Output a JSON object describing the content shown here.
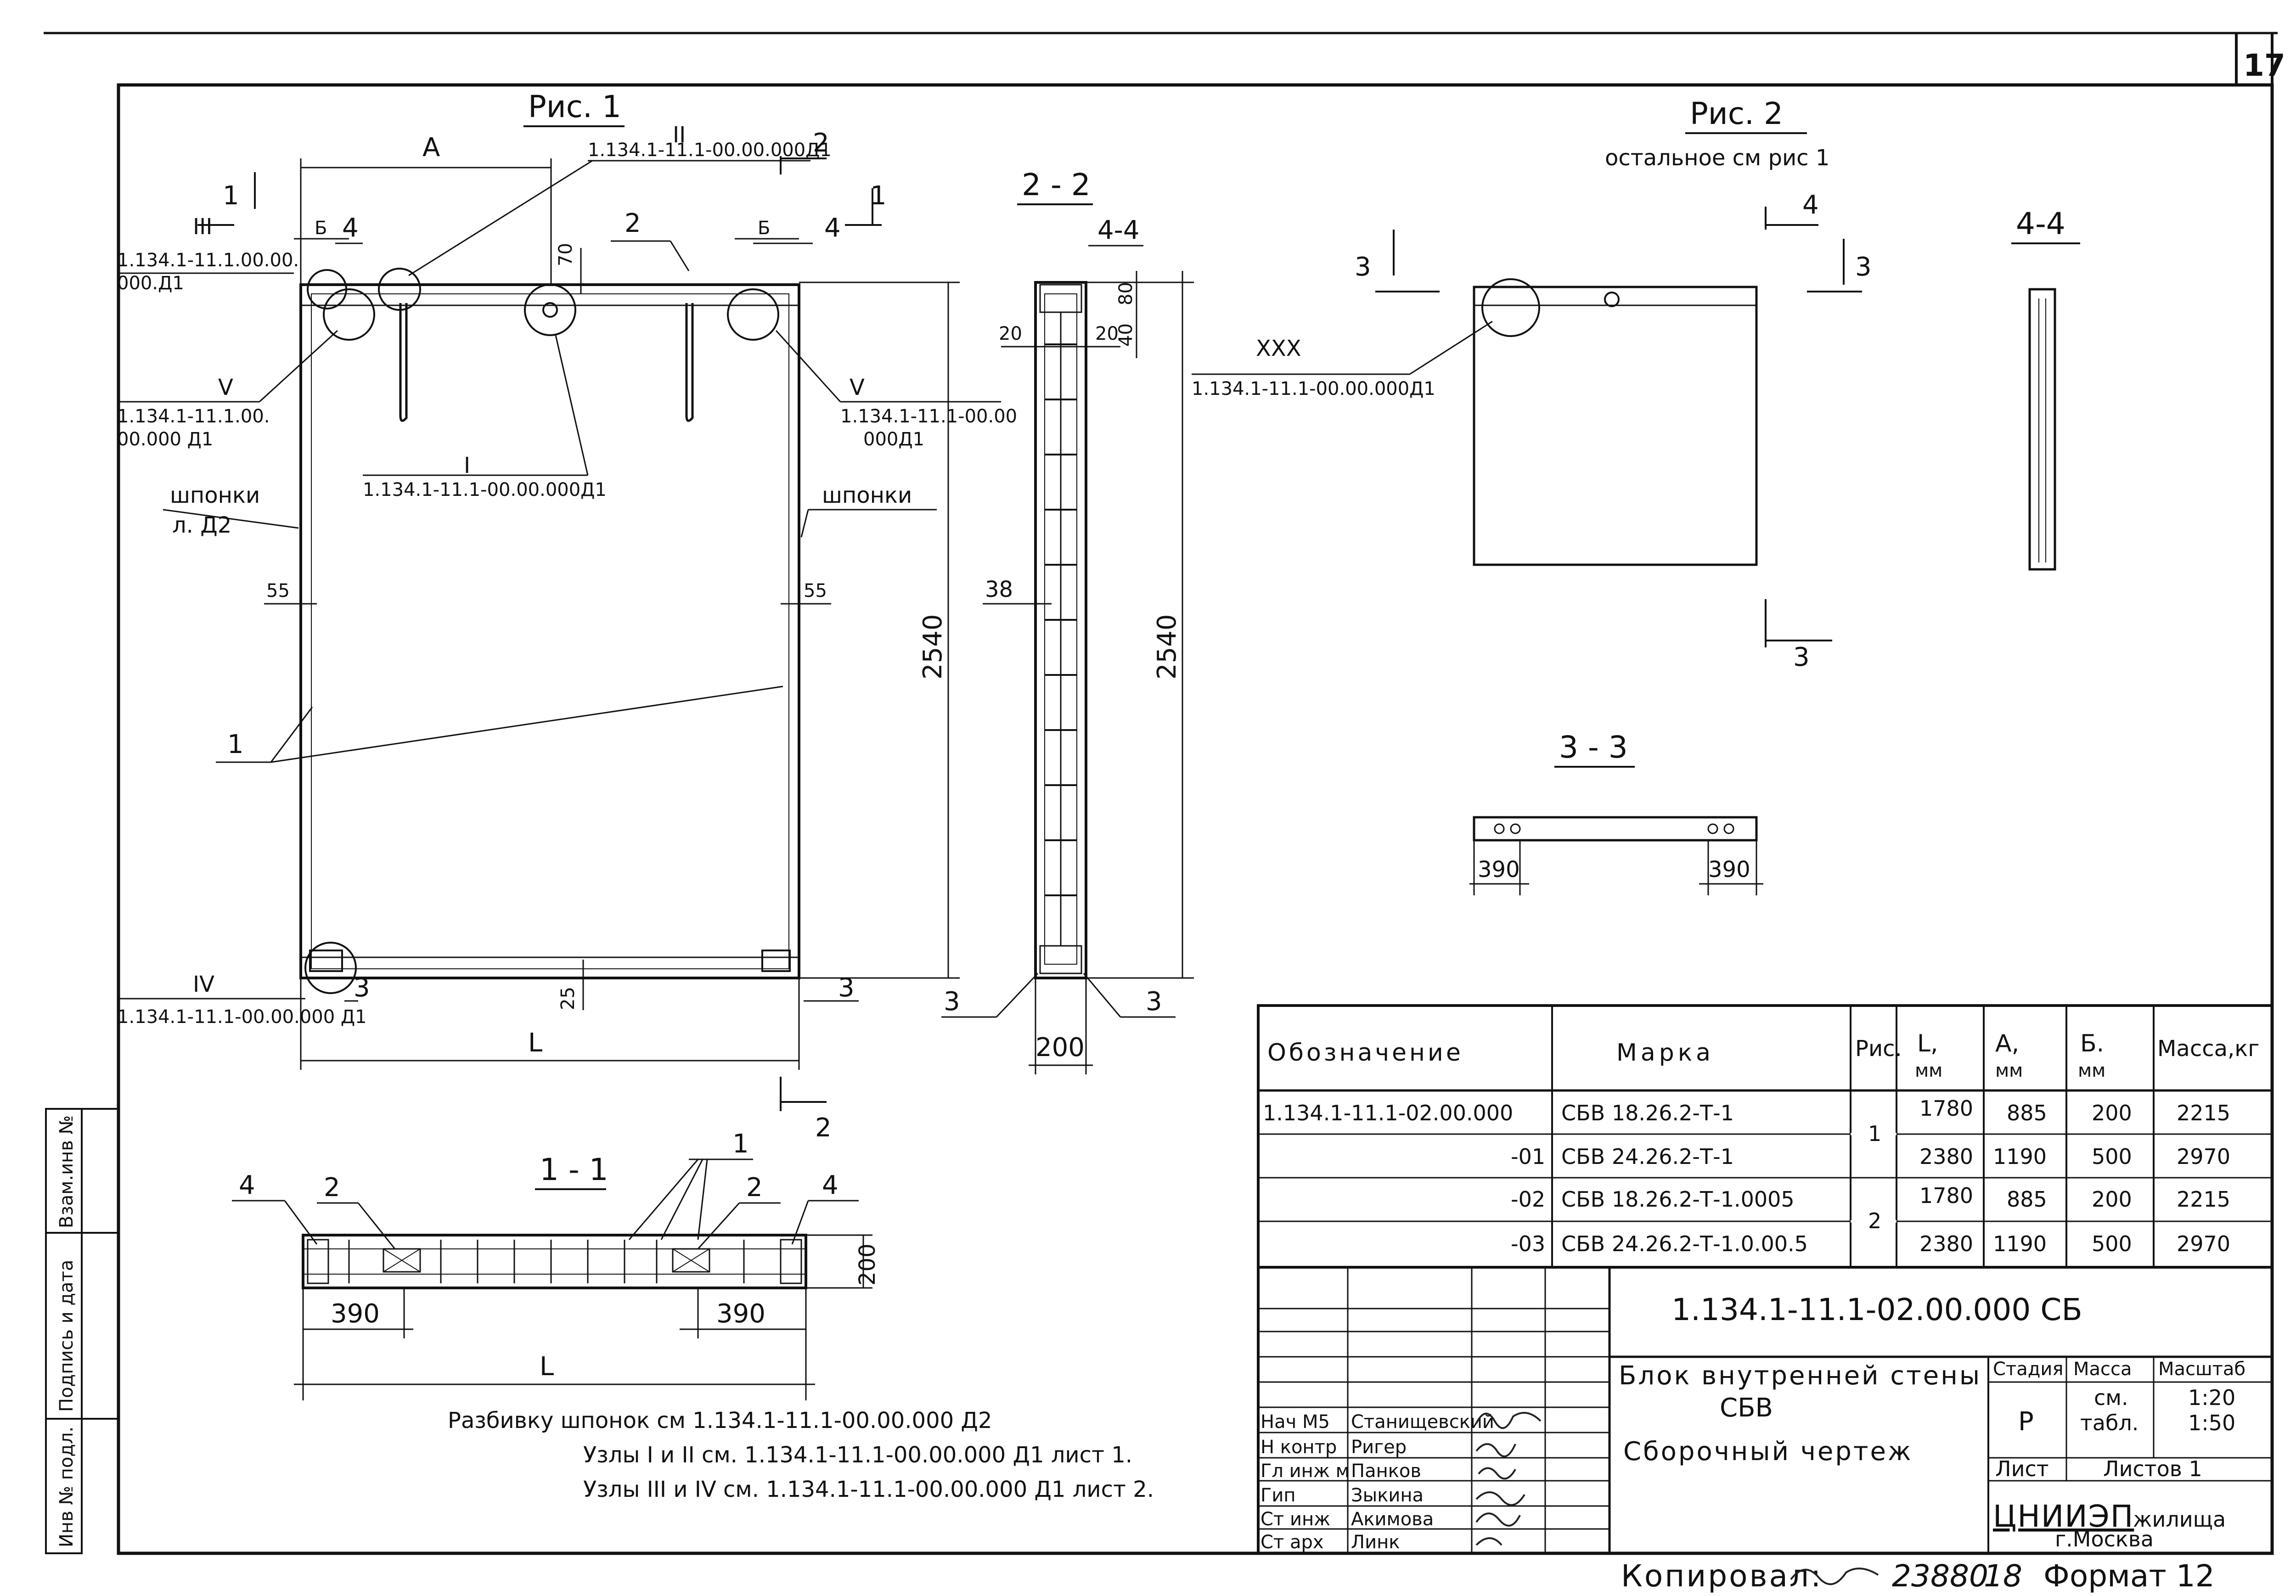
{
  "sheet": {
    "number": "17"
  },
  "fig1": {
    "title": "Рис. 1",
    "dim_a": "А",
    "dim_b_left": "Б",
    "dim_b_right": "Б",
    "dim_l": "L",
    "dim_70": "70",
    "dim_2540": "2540",
    "dim_55_left": "55",
    "dim_55_right": "55",
    "dim_25": "25",
    "sec11_top": "1",
    "sec11_right": "1",
    "sec22_top": "2",
    "sec22_bottom": "2",
    "node_ii": "II",
    "node_ii_ref": "1.134.1-11.1-00.00.000Д1",
    "node_iii": "III",
    "node_iii_ref_a": "1.134.1-11.1.00.00.",
    "node_iii_ref_b": "000.Д1",
    "node_v_left": "V",
    "node_v_left_ref_a": "1.134.1-11.1.00.",
    "node_v_left_ref_b": "00.000 Д1",
    "node_v_right": "V",
    "node_v_right_ref_a": "1.134.1-11.1-00.00",
    "node_v_right_ref_b": "000Д1",
    "node_i": "I",
    "node_i_ref": "1.134.1-11.1-00.00.000Д1",
    "node_iv": "IV",
    "node_iv_ref": "1.134.1-11.1-00.00.000 Д1",
    "keys_left": "шпонки",
    "keys_left_ref": "л. Д2",
    "keys_right": "шпонки",
    "pos_1": "1",
    "pos_2": "2",
    "pos_3_left": "3",
    "pos_3_right": "3",
    "pos_4_left": "4",
    "pos_4_right": "4"
  },
  "sec22": {
    "title": "2 - 2",
    "ref44": "4-4",
    "dim_20_left": "20",
    "dim_20_right": "20",
    "dim_80": "80",
    "dim_40": "40",
    "dim_38": "38",
    "dim_2540": "2540",
    "dim_200": "200",
    "pos_3_left": "3",
    "pos_3_right": "3"
  },
  "sec11": {
    "title": "1 - 1",
    "dim_390_left": "390",
    "dim_390_right": "390",
    "dim_200": "200",
    "dim_l": "L",
    "pos_1": "1",
    "pos_2_left": "2",
    "pos_2_right": "2",
    "pos_4_left": "4",
    "pos_4_right": "4"
  },
  "fig2": {
    "title": "Рис. 2",
    "subtitle": "остальное см рис 1",
    "cut3_left": "3",
    "cut3_right": "3",
    "cut4_top": "4",
    "cut3_bottom": "3",
    "node_xxx": "XXX",
    "node_xxx_ref": "1.134.1-11.1-00.00.000Д1"
  },
  "sec44": {
    "title": "4-4"
  },
  "sec33": {
    "title": "3 - 3",
    "dim_390_left": "390",
    "dim_390_right": "390"
  },
  "notes": {
    "line1": "Разбивку шпонок см 1.134.1-11.1-00.00.000 Д2",
    "line2": "Узлы I и II см. 1.134.1-11.1-00.00.000 Д1 лист 1.",
    "line3": "Узлы III и IV см. 1.134.1-11.1-00.00.000 Д1 лист 2."
  },
  "spec_table": {
    "headers": {
      "designation": "Обозначение",
      "mark": "Марка",
      "fig": "Рис.",
      "l": "L,",
      "l_unit": "мм",
      "a": "А,",
      "a_unit": "мм",
      "b": "Б.",
      "b_unit": "мм",
      "mass": "Масса,кг"
    },
    "rows": [
      {
        "designation": "1.134.1-11.1-02.00.000",
        "mark": "СБВ 18.26.2-Т-1",
        "l": "1780",
        "a": "885",
        "b": "200",
        "mass": "2215"
      },
      {
        "designation": "-01",
        "mark": "СБВ 24.26.2-Т-1",
        "l": "2380",
        "a": "1190",
        "b": "500",
        "mass": "2970"
      },
      {
        "designation": "-02",
        "mark": "СБВ 18.26.2-Т-1.0005",
        "l": "1780",
        "a": "885",
        "b": "200",
        "mass": "2215"
      },
      {
        "designation": "-03",
        "mark": "СБВ 24.26.2-Т-1.0.00.5",
        "l": "2380",
        "a": "1190",
        "b": "500",
        "mass": "2970"
      }
    ],
    "fig_groups": [
      "1",
      "2"
    ]
  },
  "title_block": {
    "doc_code": "1.134.1-11.1-02.00.000 СБ",
    "name_line1": "Блок внутренней стены",
    "name_line2": "СБВ",
    "name_line3": "Сборочный чертеж",
    "stage_label": "Стадия",
    "mass_label": "Масса",
    "scale_label": "Масштаб",
    "stage": "Р",
    "mass_a": "см.",
    "mass_b": "табл.",
    "scale_a": "1:20",
    "scale_b": "1:50",
    "sheet_label": "Лист",
    "sheets_label": "Листов 1",
    "org_mark": "ЦНИИЭП",
    "org_word": "жилища",
    "org_city": "г.Москва",
    "staff": [
      {
        "role": "Нач М5",
        "name": "Станищевский"
      },
      {
        "role": "Н контр",
        "name": "Ригер"
      },
      {
        "role": "Гл инж м",
        "name": "Панков"
      },
      {
        "role": "Гип",
        "name": "Зыкина"
      },
      {
        "role": "Ст инж",
        "name": "Акимова"
      },
      {
        "role": "Ст арх",
        "name": "Линк"
      }
    ]
  },
  "side_stamp": {
    "inv_no": "Инв № подл.",
    "sign_date": "Подпись и дата",
    "replace_inv": "Взам.инв №"
  },
  "footer": {
    "copied_label": "Копировал:",
    "order": "23880",
    "order_suffix": "18",
    "format": "Формат 12"
  }
}
